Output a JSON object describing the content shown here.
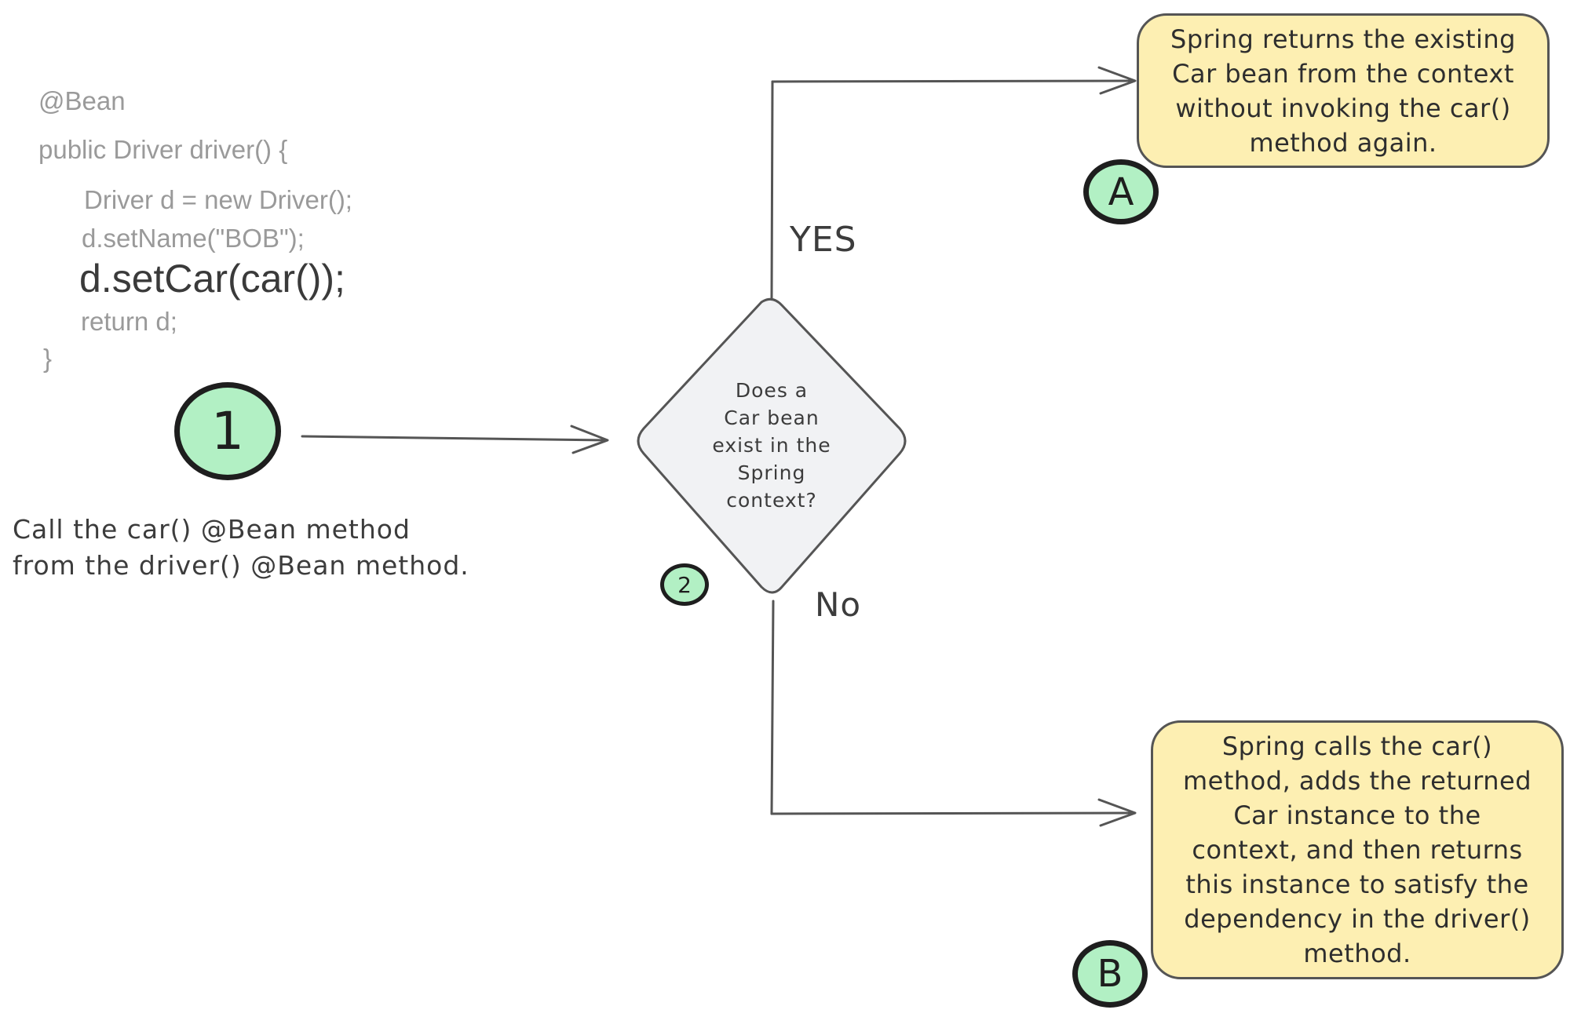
{
  "code": {
    "line1": "@Bean",
    "line2": "public Driver driver() {",
    "line3": "Driver d = new Driver();",
    "line4": "d.setName(\"BOB\");",
    "line5": "d.setCar(car());",
    "line6": "return d;",
    "line7": "}"
  },
  "step1": {
    "badge": "1",
    "caption_line1": "Call the car() @Bean method",
    "caption_line2": "from the driver() @Bean method."
  },
  "decision": {
    "badge": "2",
    "lines": [
      "Does a",
      "Car bean",
      "exist in the",
      "Spring",
      "context?"
    ]
  },
  "branches": {
    "yes_label": "YES",
    "no_label": "No"
  },
  "outcome_a": {
    "badge": "A",
    "lines": [
      "Spring returns the existing",
      "Car bean from the context",
      "without invoking the car()",
      "method again."
    ]
  },
  "outcome_b": {
    "badge": "B",
    "lines": [
      "Spring calls the car()",
      "method, adds the returned",
      "Car instance to the",
      "context, and then returns",
      "this instance to satisfy the",
      "dependency in the driver()",
      "method."
    ]
  },
  "colors": {
    "badge_fill": "#b2f0c4",
    "note_fill": "#fdefb2",
    "diamond_fill": "#f1f2f4",
    "stroke": "#555555"
  }
}
